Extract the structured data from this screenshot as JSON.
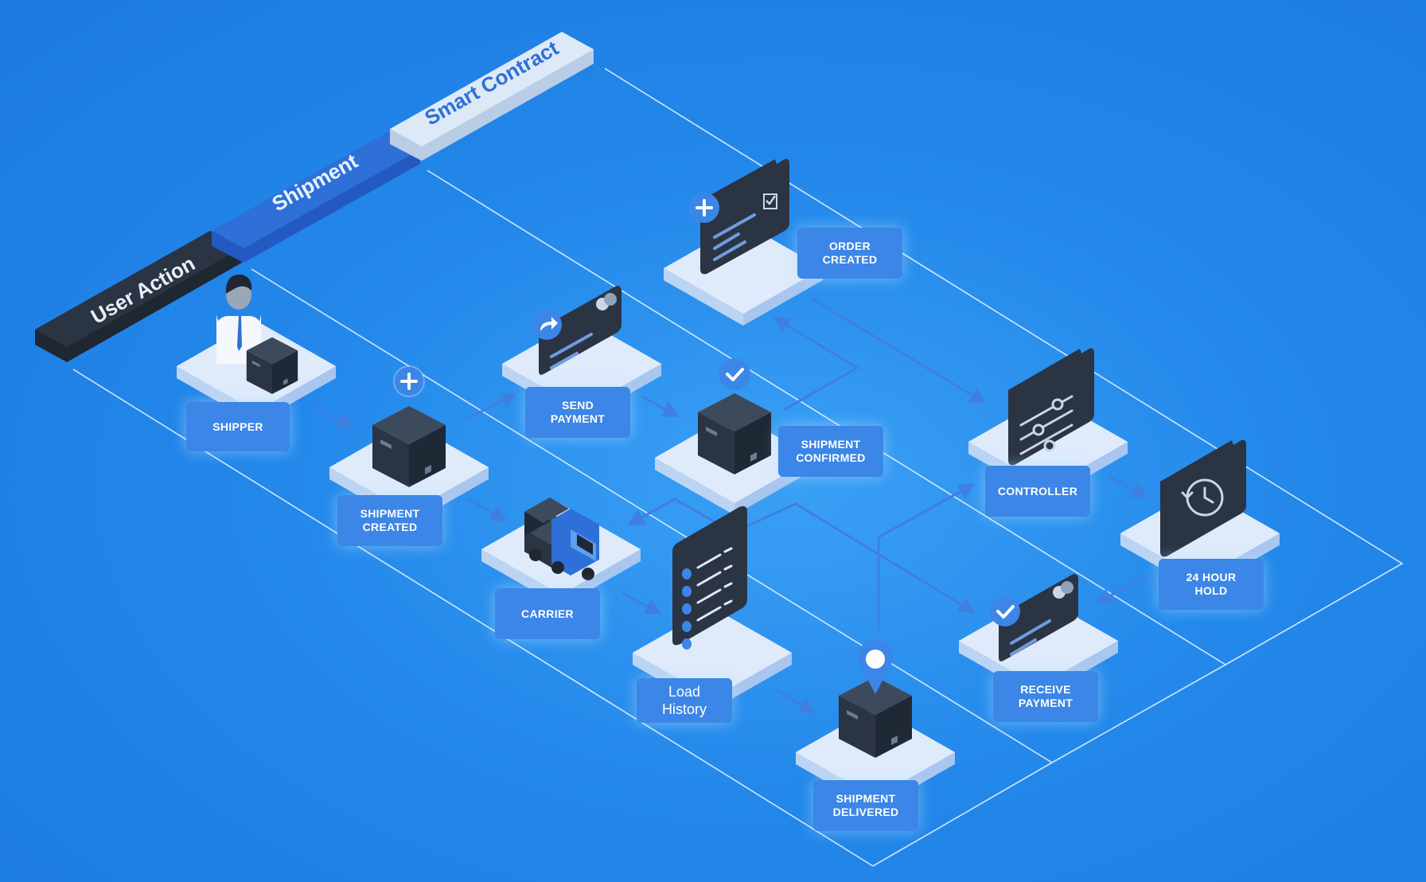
{
  "lanes": {
    "user_action": "User Action",
    "shipment": "Shipment",
    "smart_contract": "Smart Contract"
  },
  "nodes": {
    "shipper": "SHIPPER",
    "shipment_created": "SHIPMENT\nCREATED",
    "send_payment": "SEND\nPAYMENT",
    "shipment_confirmed": "SHIPMENT\nCONFIRMED",
    "order_created": "ORDER\nCREATED",
    "carrier": "CARRIER",
    "load_history": "Load\nHistory",
    "shipment_delivered": "SHIPMENT\nDELIVERED",
    "controller": "CONTROLLER",
    "receive_payment": "RECEIVE\nPAYMENT",
    "hold_24_hour": "24 HOUR\nHOLD"
  },
  "colors": {
    "background": "#2388ea",
    "label_fill": "#3b86e6",
    "platform_top": "#dbe9fb",
    "icon_dark": "#2a3443",
    "lane_user_action": "#2a3443",
    "lane_shipment": "#2e6fd8",
    "lane_smart_contract": "#dde9f7"
  }
}
